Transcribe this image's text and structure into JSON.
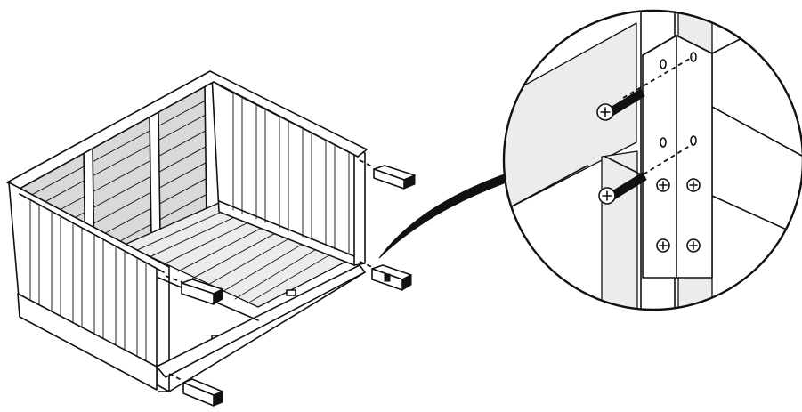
{
  "figure": {
    "view": "exploded-assembly",
    "parts": [
      "crate-frame",
      "corner-brackets",
      "screws"
    ],
    "detail": "magnified-bracket-screw-fastening"
  },
  "colors": {
    "line": "#111111",
    "panel-shade": "#d9d9d9",
    "light-shade": "#ececec",
    "background": "#ffffff"
  },
  "icons": [
    "bracket-icon",
    "screw-icon"
  ]
}
